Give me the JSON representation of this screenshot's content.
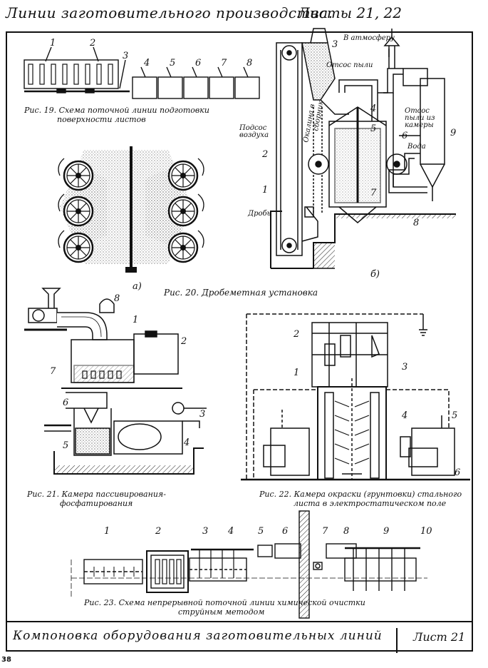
{
  "header": {
    "title": "Линии заготовительного производства.",
    "sheets": "Листы  21, 22"
  },
  "figures": {
    "fig19": {
      "caption_line1": "Рис. 19. Схема поточной линии подготовки",
      "caption_line2": "поверхности листов",
      "labels": [
        "1",
        "2",
        "3",
        "4",
        "5",
        "6",
        "7",
        "8"
      ]
    },
    "fig20": {
      "caption": "Рис. 20. Дробеметная   установка",
      "part_a": "а)",
      "part_b": "б)",
      "labels": [
        "1",
        "2",
        "3",
        "4",
        "5",
        "6",
        "7",
        "8",
        "9"
      ],
      "callouts": {
        "atmosphere": "В атмосферу",
        "dust_suction": "Отсос пыли",
        "dust_suction_chamber_1": "Отсос",
        "dust_suction_chamber_2": "пыли из",
        "dust_suction_chamber_3": "камеры",
        "air_intake_1": "Подсос",
        "air_intake_2": "воздуха",
        "scale_shot_1": "Окалина в",
        "scale_shot_2": "сборник",
        "water": "Вода",
        "shot": "Дробь"
      }
    },
    "fig21": {
      "caption_line1": "Рис. 21. Камера пассивирования-",
      "caption_line2": "фосфатирования",
      "labels": [
        "1",
        "2",
        "3",
        "4",
        "5",
        "6",
        "7",
        "8"
      ]
    },
    "fig22": {
      "caption_line1": "Рис. 22. Камера окраски (грунтовки) стального",
      "caption_line2": "листа в электростатическом поле",
      "labels": [
        "1",
        "2",
        "3",
        "4",
        "5",
        "6"
      ]
    },
    "fig23": {
      "caption_line1": "Рис. 23. Схема непрерывной поточной линии химической очистки",
      "caption_line2": "струйным методом",
      "labels": [
        "1",
        "2",
        "3",
        "4",
        "5",
        "6",
        "7",
        "8",
        "9",
        "10"
      ]
    }
  },
  "title_block": {
    "main": "Компоновка   оборудования   заготовительных   линий",
    "sheet": "Лист  21"
  },
  "page_number": "38"
}
